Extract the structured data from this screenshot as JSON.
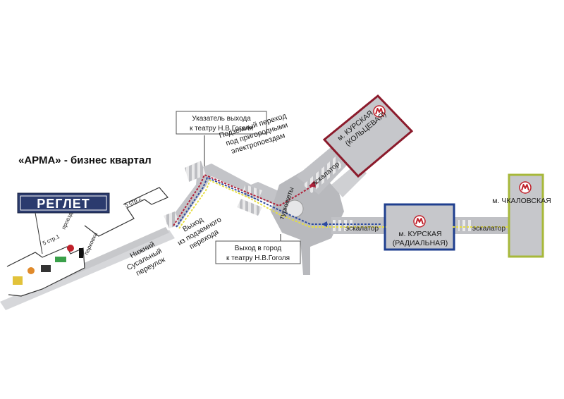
{
  "title": "«АРМА» - бизнес квартал",
  "logo": {
    "text": "РЕГЛЕТ"
  },
  "callouts": {
    "exit_sign": [
      "Указатель выхода",
      "к театру Н.В.Гоголя"
    ],
    "city_exit": [
      "Выход в город",
      "к театру Н.В.Гоголя"
    ]
  },
  "labels": {
    "underpass": [
      "Подземный переход",
      "под пригородными",
      "электропоездам"
    ],
    "underpass_exit": [
      "Выход",
      "из подземного",
      "перехода"
    ],
    "lane": [
      "Нижний",
      "Сусальный",
      "переулок"
    ],
    "turnstiles": "турникеты",
    "escalator_koltsevaya": "эскалатор",
    "escalator_radialnaya": "эскалатор",
    "escalator_chkalovskaya": "эскалатор",
    "building_5_2": "5 стр.2",
    "building_5_1": "5 стр.1",
    "driveway": "проезд",
    "parking": "парковка"
  },
  "stations": {
    "koltsevaya": {
      "lines": [
        "м. КУРСКАЯ",
        "(КОЛЬЦЕВАЯ)"
      ],
      "color": "#8b1a2b"
    },
    "radialnaya": {
      "lines": [
        "м. КУРСКАЯ",
        "(РАДИАЛЬНАЯ)"
      ],
      "color": "#1f3f8f"
    },
    "chkalovskaya": {
      "lines": [
        "м. ЧКАЛОВСКАЯ"
      ],
      "color": "#a7b83a"
    }
  },
  "metro_icon": "metro-m-icon",
  "colors": {
    "corridor": "#b5b6ba",
    "corridor_light": "#d1d2d5",
    "route_red": "#b0213a",
    "route_yellow": "#e6de43",
    "route_blue": "#2d4ba0",
    "logo_bg": "#2b3b6e"
  }
}
